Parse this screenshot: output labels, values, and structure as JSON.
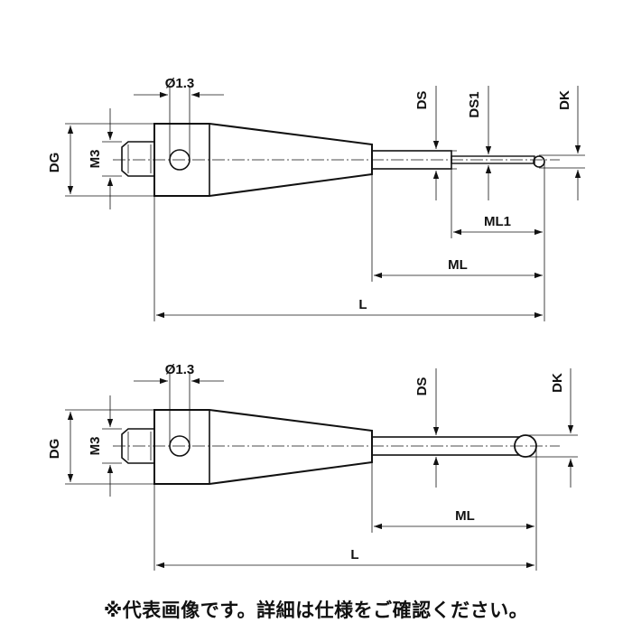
{
  "drawing_top": {
    "hole_label": "Ø1.3",
    "thread_label": "M3",
    "grip_label": "DG",
    "stem_label": "DS",
    "stem2_label": "DS1",
    "ball_label": "DK",
    "length2_label": "ML1",
    "length_label": "ML",
    "total_label": "L"
  },
  "drawing_bottom": {
    "hole_label": "Ø1.3",
    "thread_label": "M3",
    "grip_label": "DG",
    "stem_label": "DS",
    "ball_label": "DK",
    "length_label": "ML",
    "total_label": "L"
  },
  "footer": {
    "note": "※代表画像です。詳細は仕様をご確認ください。"
  }
}
